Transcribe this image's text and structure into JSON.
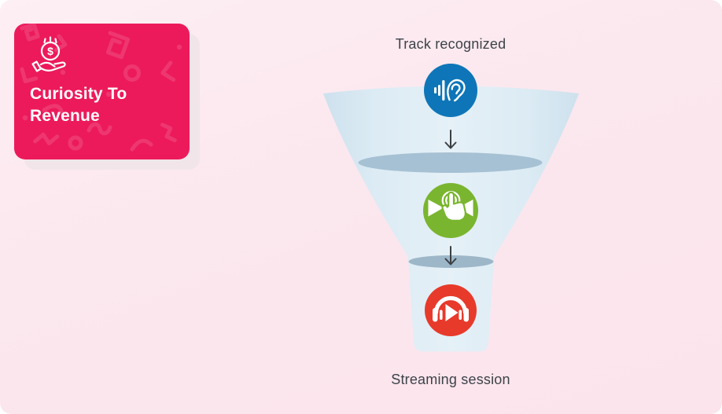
{
  "page": {
    "bg_color_top": "#fdeff4",
    "bg_color_bottom": "#fce4ec"
  },
  "card": {
    "title": "Curiosity To Revenue",
    "icon": "hand-receiving-dollar-icon",
    "icon_symbol": "$",
    "bg_color": "#ec1a5b",
    "shadow_color": "#f1e5e9",
    "text_color": "#ffffff"
  },
  "funnel": {
    "top_label": "Track recognized",
    "bottom_label": "Streaming session",
    "label_color": "#3d4348",
    "arrow_color": "#3c4043",
    "body_color_edge": "#cde1ed",
    "body_color_mid": "#dcebf4",
    "body_color_center": "#e5f0f7",
    "band_color": "#a6c1d3",
    "neck_band_color": "#9db7c9",
    "stages": [
      {
        "id": "track-recognized",
        "icon": "audio-recognition-ear-icon",
        "color": "#0e76b8"
      },
      {
        "id": "tap-engagement",
        "icon": "tap-play-interaction-icon",
        "color": "#7ab52f"
      },
      {
        "id": "streaming-session",
        "icon": "headphones-play-icon",
        "color": "#e73a2b"
      }
    ]
  }
}
